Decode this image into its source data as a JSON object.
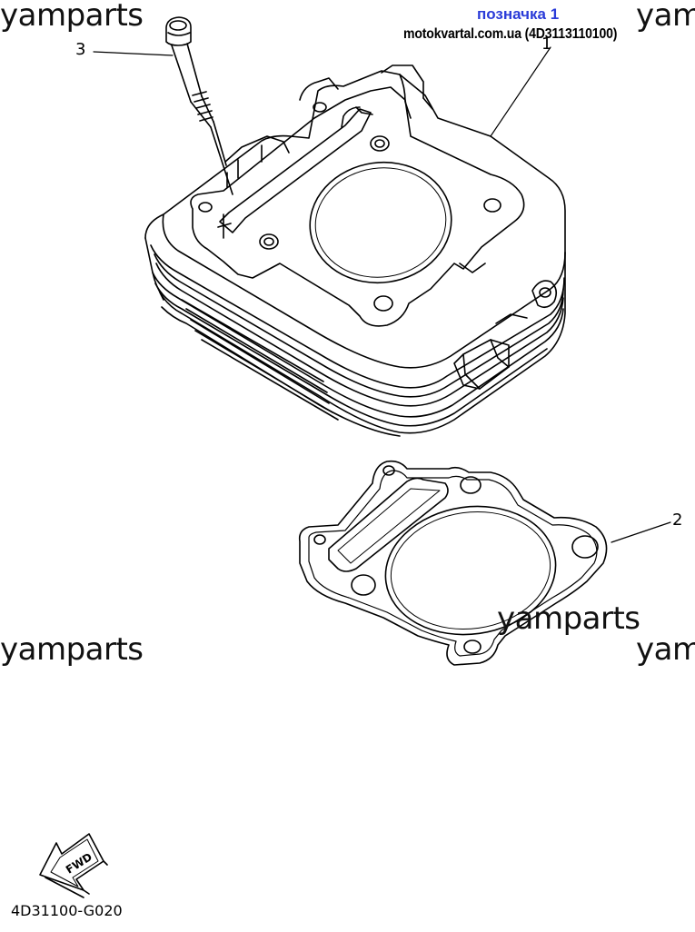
{
  "header": {
    "label": "позначка 1",
    "site": "motokvartal.com.ua",
    "part_number": "(4D3113110100)"
  },
  "watermark": "yamparts",
  "callouts": [
    "1",
    "2",
    "3"
  ],
  "fwd": "FWD",
  "diagram_code": "4D31100-G020",
  "colors": {
    "label": "#2a3bd8",
    "ink": "#000000"
  }
}
